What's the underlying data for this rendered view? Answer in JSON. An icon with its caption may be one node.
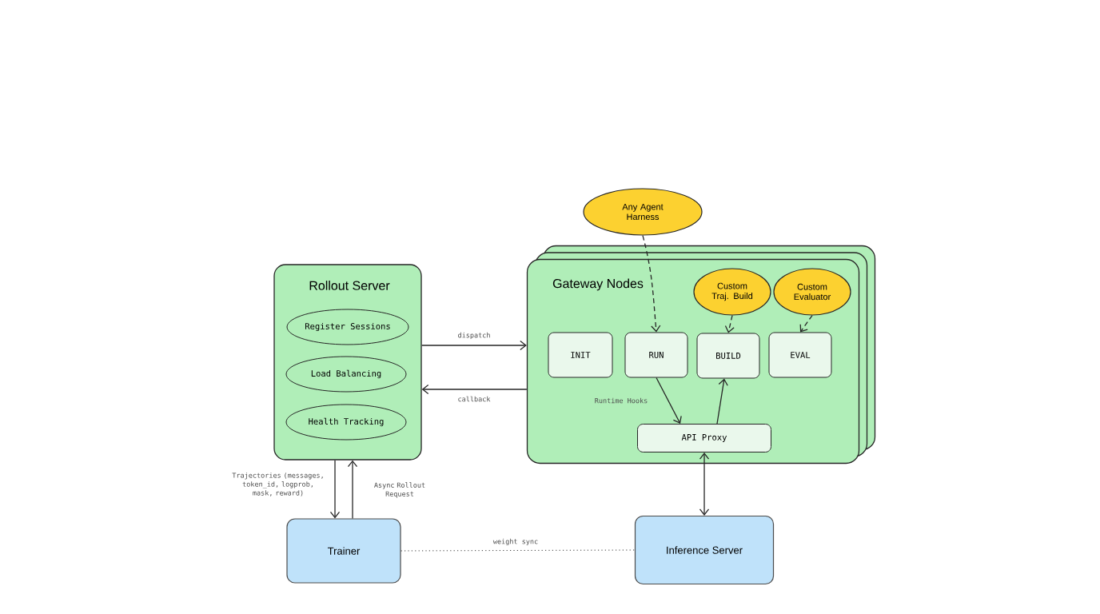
{
  "diagram": {
    "nodes": [
      {
        "text": [
          "Rollout Server"
        ]
      },
      {
        "text": [
          "Register Sessions"
        ],
        "in": 0
      },
      {
        "text": [
          "Load Balancing"
        ],
        "in": 0
      },
      {
        "text": [
          "Health Tracking"
        ],
        "in": 0
      },
      {
        "text": [
          "Gateway Nodes"
        ]
      },
      {
        "text": [
          "INIT"
        ],
        "in": 4
      },
      {
        "text": [
          "RUN"
        ],
        "in": 4
      },
      {
        "text": [
          "BUILD"
        ],
        "in": 4
      },
      {
        "text": [
          "EVAL"
        ],
        "in": 4
      },
      {
        "text": [
          "Custom Traj. Build"
        ],
        "in": 4
      },
      {
        "text": [
          "Custom Evaluator"
        ],
        "in": 4
      },
      {
        "text": [
          "API Proxy"
        ],
        "in": 4
      },
      {
        "text": [
          "Any Agent Harness"
        ]
      },
      {
        "text": [
          "Trainer"
        ]
      },
      {
        "text": [
          "Inference Server"
        ]
      }
    ],
    "edges": [
      {
        "from": 0,
        "to": 4,
        "arrow": "to",
        "label": "dispatch"
      },
      {
        "from": 4,
        "to": 0,
        "arrow": "to",
        "label": "callback"
      },
      {
        "from": 12,
        "to": 6,
        "arrow": "to",
        "style": "dashed"
      },
      {
        "from": 9,
        "to": 7,
        "arrow": "to",
        "style": "dashed"
      },
      {
        "from": 10,
        "to": 8,
        "arrow": "to",
        "style": "dashed"
      },
      {
        "from": 6,
        "to": 11,
        "arrow": "to",
        "label": "Runtime Hooks"
      },
      {
        "from": 11,
        "to": 7,
        "arrow": "to"
      },
      {
        "from": 11,
        "to": 14,
        "arrow": "both"
      },
      {
        "from": 0,
        "to": 13,
        "arrow": "to",
        "label": "Trajectories (messages, token_id, logprob, mask, reward)"
      },
      {
        "from": 13,
        "to": 0,
        "arrow": "to",
        "label": "Async Rollout Request"
      },
      {
        "from": 13,
        "to": 14,
        "arrow": "none",
        "style": "dashed",
        "label": "weight sync"
      }
    ]
  }
}
